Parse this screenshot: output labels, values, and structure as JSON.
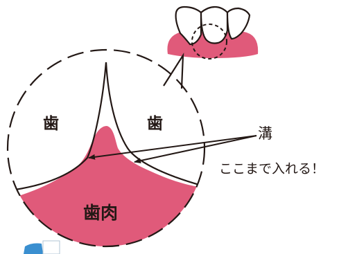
{
  "labels": {
    "tooth_left": "歯",
    "tooth_right": "歯",
    "gum": "歯肉",
    "groove": "溝",
    "instruction": "ここまで入れる！"
  },
  "colors": {
    "gum": "#e05a7a",
    "outline": "#231815",
    "background": "#ffffff",
    "corner_mark": "#3a8fd0"
  },
  "icons": {
    "corner_mark": "toothbrush-icon"
  }
}
